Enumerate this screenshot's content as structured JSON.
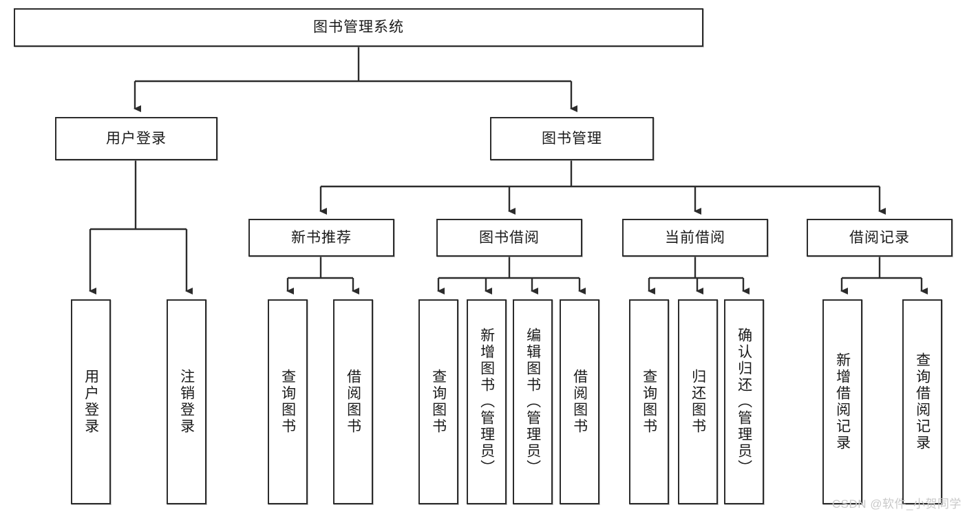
{
  "diagram": {
    "type": "tree-hierarchy",
    "title": "图书管理系统",
    "watermark": "CSDN @软件_小贺同学",
    "colors": {
      "border": "#2c2c2c",
      "fill": "#ffffff",
      "text": "#1a1a1a",
      "edge": "#2c2c2c",
      "watermark": "#c9c9c9"
    },
    "nodes": {
      "root": {
        "label": "图书管理系统"
      },
      "level1": [
        {
          "id": "user-login",
          "label": "用户登录"
        },
        {
          "id": "book-manage",
          "label": "图书管理"
        }
      ],
      "level2": [
        {
          "id": "new-book-recommend",
          "label": "新书推荐"
        },
        {
          "id": "book-borrow",
          "label": "图书借阅"
        },
        {
          "id": "current-borrow",
          "label": "当前借阅"
        },
        {
          "id": "borrow-record",
          "label": "借阅记录"
        }
      ],
      "leaves": {
        "user_login": [
          {
            "id": "leaf-user-login",
            "label": "用户登录"
          },
          {
            "id": "leaf-logout",
            "label": "注销登录"
          }
        ],
        "new_book_recommend": [
          {
            "id": "leaf-query-book-1",
            "label": "查询图书"
          },
          {
            "id": "leaf-borrow-book-1",
            "label": "借阅图书"
          }
        ],
        "book_borrow": [
          {
            "id": "leaf-query-book-2",
            "label": "查询图书"
          },
          {
            "id": "leaf-add-book",
            "label": "新增图书（管理员）"
          },
          {
            "id": "leaf-edit-book",
            "label": "编辑图书（管理员）"
          },
          {
            "id": "leaf-borrow-book-2",
            "label": "借阅图书"
          }
        ],
        "current_borrow": [
          {
            "id": "leaf-query-book-3",
            "label": "查询图书"
          },
          {
            "id": "leaf-return-book",
            "label": "归还图书"
          },
          {
            "id": "leaf-confirm-return",
            "label": "确认归还（管理员）"
          }
        ],
        "borrow_record": [
          {
            "id": "leaf-add-record",
            "label": "新增借阅记录"
          },
          {
            "id": "leaf-query-record",
            "label": "查询借阅记录"
          }
        ]
      }
    }
  }
}
